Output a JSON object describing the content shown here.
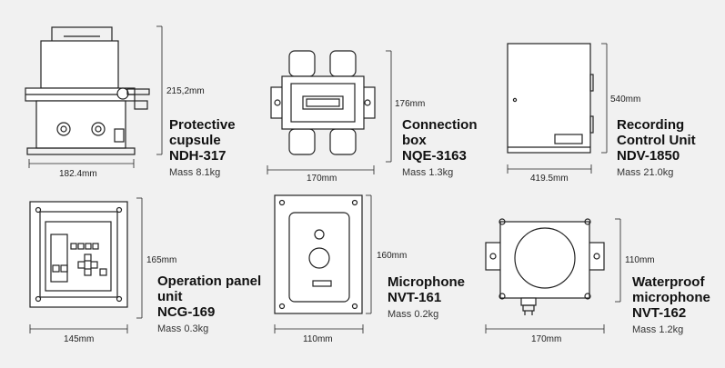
{
  "products": [
    {
      "name_lines": [
        "Protective",
        "cupsule"
      ],
      "model": "NDH-317",
      "mass": "Mass 8.1kg",
      "width": "182.4mm",
      "height": "215,2mm"
    },
    {
      "name_lines": [
        "Connection",
        "box"
      ],
      "model": "NQE-3163",
      "mass": "Mass 1.3kg",
      "width": "170mm",
      "height": "176mm"
    },
    {
      "name_lines": [
        "Recording",
        "Control Unit"
      ],
      "model": "NDV-1850",
      "mass": "Mass 21.0kg",
      "width": "419.5mm",
      "height": "540mm"
    },
    {
      "name_lines": [
        "Operation panel",
        "unit"
      ],
      "model": "NCG-169",
      "mass": "Mass 0.3kg",
      "width": "145mm",
      "height": "165mm"
    },
    {
      "name_lines": [
        "Microphone"
      ],
      "model": "NVT-161",
      "mass": "Mass 0.2kg",
      "width": "110mm",
      "height": "160mm"
    },
    {
      "name_lines": [
        "Waterproof",
        "microphone"
      ],
      "model": "NVT-162",
      "mass": "Mass 1.2kg",
      "width": "170mm",
      "height": "110mm"
    }
  ]
}
